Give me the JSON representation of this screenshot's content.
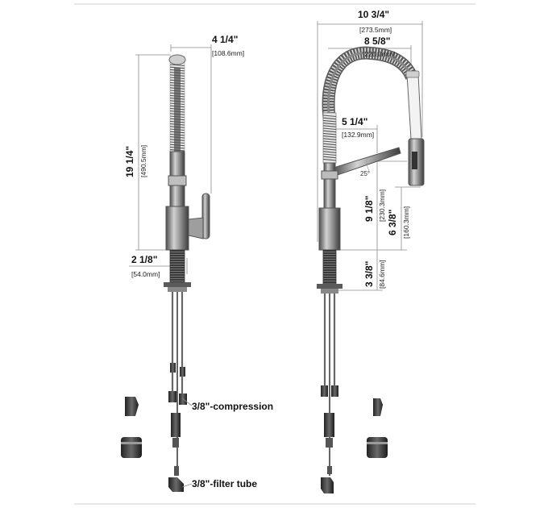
{
  "side_view": {
    "width_main": "4 1/4\"",
    "width_sub": "[108.6mm]",
    "height_main": "19 1/4\"",
    "height_sub": "[490.5mm]",
    "base_main": "2 1/8\"",
    "base_sub": "[54.0mm]"
  },
  "front_view": {
    "overall_main": "10 3/4\"",
    "overall_sub": "[273.5mm]",
    "reach_main": "8 5/8\"",
    "reach_sub": "[220.0mm]",
    "handle_main": "5 1/4\"",
    "handle_sub": "[132.9mm]",
    "angle": "25°",
    "spout_height_main": "9 1/8\"",
    "spout_height_sub": "[230.3mm]",
    "clearance_main": "6 3/8\"",
    "clearance_sub": "[160.3mm]",
    "shank_main": "3 3/8\"",
    "shank_sub": "[84.6mm]"
  },
  "callouts": {
    "compression": "3/8\"-compression",
    "filter_tube": "3/8\"-filter tube"
  },
  "colors": {
    "chrome_dark": "#5a5a5a",
    "chrome_light": "#bdbdbd",
    "line": "#8a8a8a",
    "text": "#111111"
  }
}
